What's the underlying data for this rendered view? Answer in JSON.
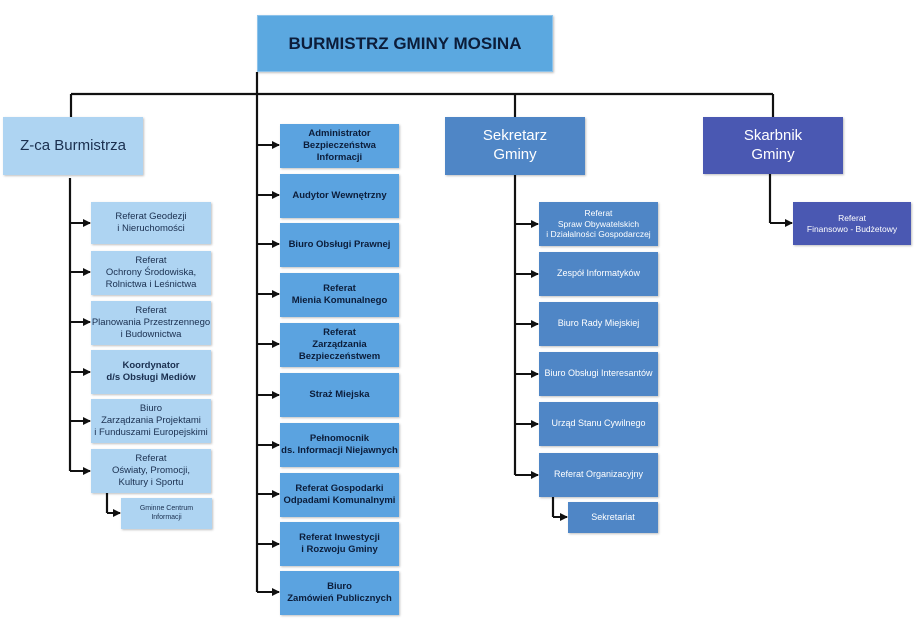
{
  "top": "BURMISTRZ GMINY MOSINA",
  "heads": {
    "deputy": "Z-ca Burmistrza",
    "secretary": "Sekretarz\nGminy",
    "treasurer": "Skarbnik\nGminy"
  },
  "deputy_units": [
    "Referat Geodezji\ni Nieruchomości",
    "Referat\nOchrony Środowiska,\nRolnictwa i Leśnictwa",
    "Referat\nPlanowania Przestrzennego\ni Budownictwa",
    "Koordynator\nd/s Obsługi Mediów",
    "Biuro\nZarządzania Projektami\ni Funduszami Europejskimi",
    "Referat\nOświaty, Promocji,\nKultury i Sportu"
  ],
  "deputy_subunit": "Gminne Centrum\nInformacji",
  "mayor_units": [
    "Administrator\nBezpieczeństwa Informacji",
    "Audytor Wewnętrzny",
    "Biuro Obsługi Prawnej",
    "Referat\nMienia Komunalnego",
    "Referat\nZarządzania\nBezpieczeństwem",
    "Straż Miejska",
    "Pełnomocnik\nds. Informacji Niejawnych",
    "Referat Gospodarki\nOdpadami Komunalnymi",
    "Referat Inwestycji\ni Rozwoju Gminy",
    "Biuro\nZamówień Publicznych"
  ],
  "secretary_units": [
    "Referat\nSpraw Obywatelskich\ni Działalności Gospodarczej",
    "Zespół Informatyków",
    "Biuro Rady Miejskiej",
    "Biuro Obsługi Interesantów",
    "Urząd Stanu Cywilnego",
    "Referat Organizacyjny"
  ],
  "secretary_subunit": "Sekretariat",
  "treasurer_units": [
    "Referat\nFinansowo - Budżetowy"
  ],
  "colors": {
    "top": "#5ba8e0",
    "light": "#aed4f2",
    "blue": "#5ba3e0",
    "mid": "#4f86c6",
    "dark": "#4a58b2",
    "line": "#111111"
  }
}
